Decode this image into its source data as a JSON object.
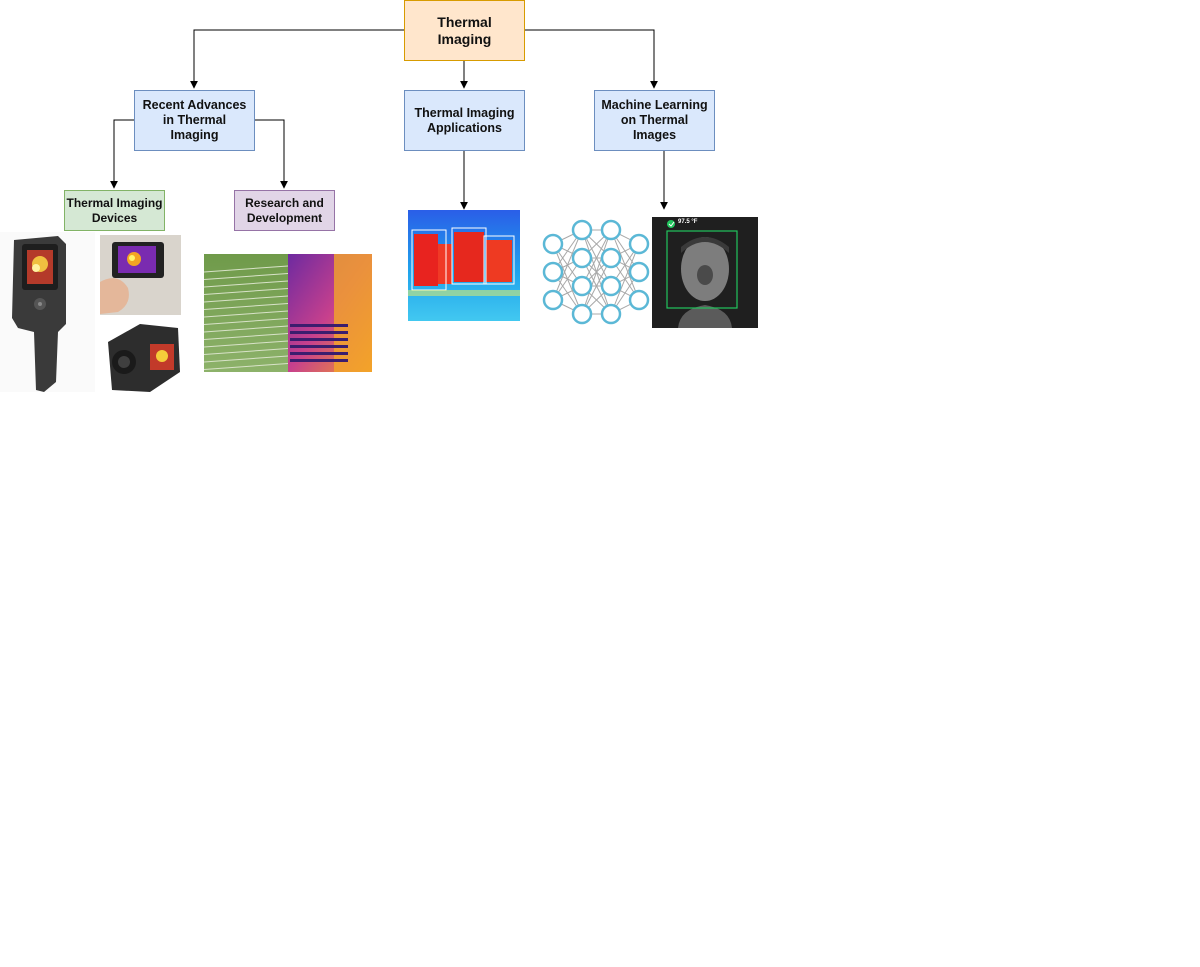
{
  "nodes": {
    "root": "Thermal\nImaging",
    "advances": "Recent Advances\nin Thermal\nImaging",
    "applications": "Thermal Imaging\nApplications",
    "ml": "Machine Learning\non Thermal\nImages",
    "devices": "Thermal Imaging\nDevices",
    "research": "Research and\nDevelopment"
  },
  "images": {
    "devices_photos": "thermal-camera-devices",
    "drone_field": "aerial-field-thermal",
    "applications_image": "thermal-detection-scene",
    "neural_net": "neural-network-icon",
    "face_image": "thermal-face-scan",
    "face_temp": "97.5 °F"
  },
  "colors": {
    "root_fill": "#ffe6cc",
    "root_border": "#d79b00",
    "blue_fill": "#dae8fc",
    "blue_border": "#6c8ebf",
    "green_fill": "#d5e8d4",
    "green_border": "#82b366",
    "purple_fill": "#e1d5e7",
    "purple_border": "#9673a6"
  }
}
